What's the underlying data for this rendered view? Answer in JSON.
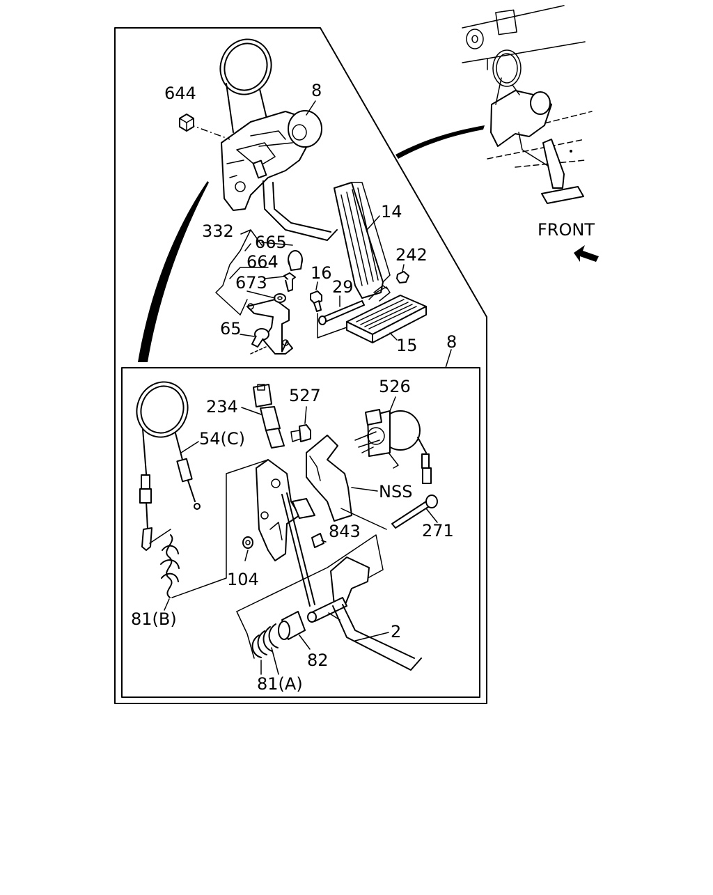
{
  "direction_label": "FRONT",
  "callouts": {
    "c644": "644",
    "c8_top": "8",
    "c14": "14",
    "c332": "332",
    "c665": "665",
    "c664": "664",
    "c673": "673",
    "c242": "242",
    "c16": "16",
    "c29": "29",
    "c65": "65",
    "c15": "15",
    "c8_detail": "8",
    "c234": "234",
    "c527": "527",
    "c526": "526",
    "c54c": "54(C)",
    "cNSS": "NSS",
    "c271": "271",
    "c843": "843",
    "c104": "104",
    "c81b": "81(B)",
    "c2": "2",
    "c82": "82",
    "c81a": "81(A)"
  }
}
